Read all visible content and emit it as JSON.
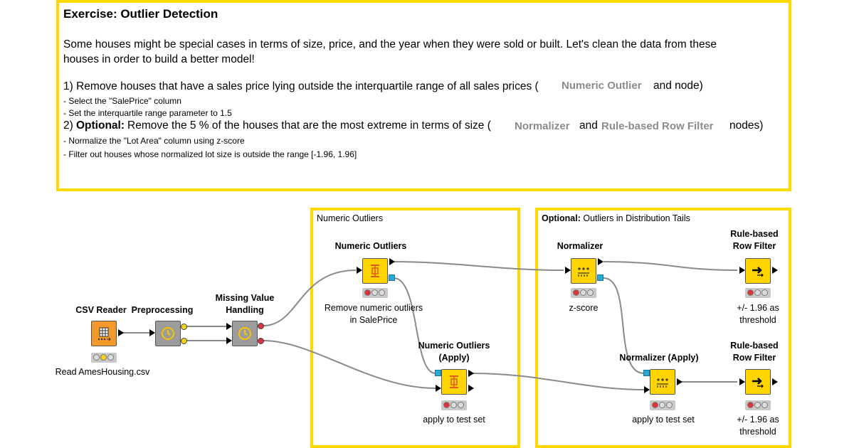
{
  "exercise": {
    "title": "Exercise: Outlier Detection",
    "intro_line1": "Some houses might be special cases in terms of size, price, and the year when they were sold or built. Let's clean the data from these",
    "intro_line2": "houses in order to build a better model!",
    "step1": "1) Remove houses that have a sales price lying outside the interquartile range of all sales prices (",
    "step1_node": "Numeric Outlier",
    "step1_end": "and node)",
    "step1_sub1": "- Select the \"SalePrice\" column",
    "step1_sub2": "- Set the interquartile range parameter to 1.5",
    "step2_prefix": "2)",
    "step2_optional": "Optional:",
    "step2_text": "Remove the 5 % of the houses that are the most extreme in terms of size (",
    "step2_node1": "Normalizer",
    "step2_and": "and",
    "step2_node2": "Rule-based Row Filter",
    "step2_end": "nodes)",
    "step2_sub1": "- Normalize the \"Lot Area\" column using z-score",
    "step2_sub2": "- Filter out houses whose normalized lot size is outside the range [-1.96, 1.96]"
  },
  "boxes": {
    "numeric_label": "Numeric Outliers",
    "optional_label_bold": "Optional:",
    "optional_label_rest": "Outliers in Distribution Tails"
  },
  "nodes": {
    "csv_reader": {
      "title": "CSV Reader",
      "desc": "Read AmesHousing.csv"
    },
    "preprocessing": {
      "title": "Preprocessing"
    },
    "missing_value": {
      "title_line1": "Missing Value",
      "title_line2": "Handling"
    },
    "numeric_outliers": {
      "title": "Numeric Outliers",
      "desc_line1": "Remove numeric outliers",
      "desc_line2": "in SalePrice"
    },
    "numeric_outliers_apply": {
      "title_line1": "Numeric Outliers",
      "title_line2": "(Apply)",
      "desc": "apply to test set"
    },
    "normalizer": {
      "title": "Normalizer",
      "desc": "z-score"
    },
    "normalizer_apply": {
      "title": "Normalizer (Apply)",
      "desc": "apply to test set"
    },
    "rule_filter_1": {
      "title_line1": "Rule-based",
      "title_line2": "Row Filter",
      "desc_line1": "+/- 1.96 as",
      "desc_line2": "threshold"
    },
    "rule_filter_2": {
      "title_line1": "Rule-based",
      "title_line2": "Row Filter",
      "desc_line1": "+/- 1.96 as",
      "desc_line2": "threshold"
    }
  },
  "icons": {
    "csv_reader": "table-arrow-icon",
    "metanode": "clock-metanode-icon",
    "numeric_outliers": "outlier-icon",
    "normalizer": "normalize-icon",
    "row_filter": "filter-arrow-icon"
  },
  "colors": {
    "annotation_border": "#ffd800",
    "source_node": "#f39a2a",
    "manipulator_node": "#ffd400",
    "metanode": "#9c9c9c",
    "status_red": "#e0323c",
    "status_yellow": "#f6d514",
    "node_name_gray": "#8c8c8c"
  }
}
